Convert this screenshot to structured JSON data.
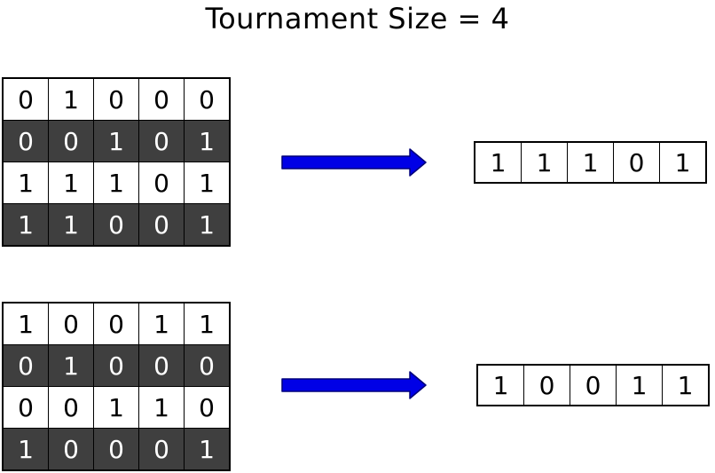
{
  "title": "Tournament Size = 4",
  "tournaments": [
    {
      "population": [
        [
          "0",
          "1",
          "0",
          "0",
          "0"
        ],
        [
          "0",
          "0",
          "1",
          "0",
          "1"
        ],
        [
          "1",
          "1",
          "1",
          "0",
          "1"
        ],
        [
          "1",
          "1",
          "0",
          "0",
          "1"
        ]
      ],
      "selected": [
        "1",
        "1",
        "1",
        "0",
        "1"
      ]
    },
    {
      "population": [
        [
          "1",
          "0",
          "0",
          "1",
          "1"
        ],
        [
          "0",
          "1",
          "0",
          "0",
          "0"
        ],
        [
          "0",
          "0",
          "1",
          "1",
          "0"
        ],
        [
          "1",
          "0",
          "0",
          "0",
          "1"
        ]
      ],
      "selected": [
        "1",
        "0",
        "0",
        "1",
        "1"
      ]
    }
  ],
  "colors": {
    "arrow": "#0000e6",
    "dark_row": "#3f3f3f"
  }
}
